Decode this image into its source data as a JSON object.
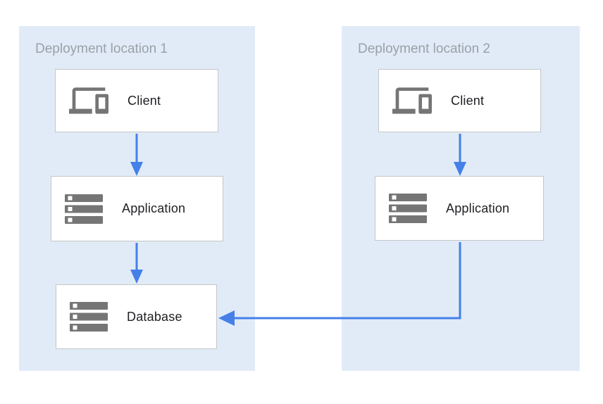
{
  "diagram": {
    "type": "architecture-diagram",
    "colors": {
      "panel_background": "#e1ebf8",
      "arrow_blue": "#4480e8",
      "icon_gray": "#757575",
      "node_border": "#c6c6c6",
      "node_text": "#202124",
      "panel_label_gray": "#9aa0a6",
      "page_background": "#ffffff"
    },
    "panels": [
      {
        "label": "Deployment location 1"
      },
      {
        "label": "Deployment location 2"
      }
    ],
    "nodes": {
      "client1": {
        "label": "Client",
        "icon": "devices-icon"
      },
      "app1": {
        "label": "Application",
        "icon": "server-stack-icon"
      },
      "db1": {
        "label": "Database",
        "icon": "server-stack-icon"
      },
      "client2": {
        "label": "Client",
        "icon": "devices-icon"
      },
      "app2": {
        "label": "Application",
        "icon": "server-stack-icon"
      }
    },
    "edges": [
      {
        "from": "client1",
        "to": "app1",
        "style": "straight-down"
      },
      {
        "from": "app1",
        "to": "db1",
        "style": "straight-down"
      },
      {
        "from": "client2",
        "to": "app2",
        "style": "straight-down"
      },
      {
        "from": "app2",
        "to": "db1",
        "style": "elbow-down-left"
      }
    ]
  }
}
